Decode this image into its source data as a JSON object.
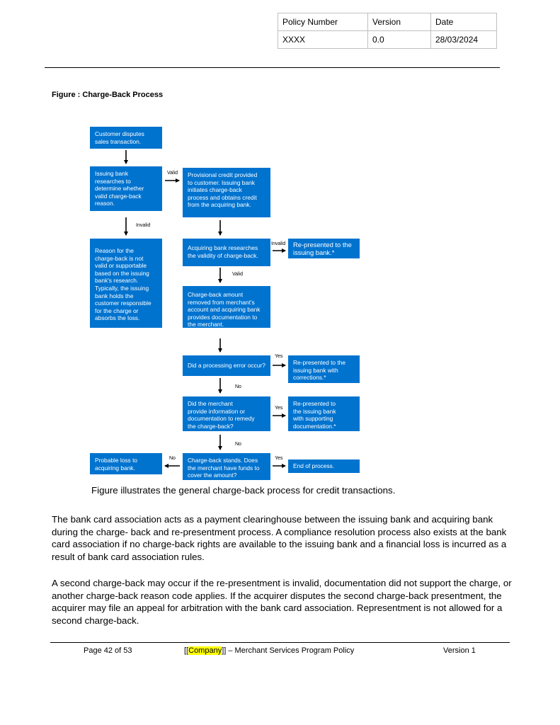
{
  "header": {
    "columns": [
      "Policy Number",
      "Version",
      "Date"
    ],
    "values": [
      "XXXX",
      "0.0",
      "28/03/2024"
    ]
  },
  "figure_caption": "Figure : Charge-Back Process",
  "flowchart": {
    "nodes": {
      "customer_disputes": "Customer disputes\nsales transaction.",
      "issuing_bank_researches": "Issuing bank\nresearches to\ndetermine whether\nvalid charge-back\nreason.",
      "provisional_credit": "Provisional credit provided\nto customer. Issuing bank\ninitiates charge-back\nprocess and obtains credit\nfrom the acquiring bank.",
      "reason_invalid": "Reason for the\ncharge-back is not\nvalid or supportable\nbased on the issuing\nbank's research.\nTypically, the issuing\nbank holds the\ncustomer responsible\nfor the charge or\nabsorbs the loss.",
      "acquiring_researches": "Acquiring bank researches\nthe validity of charge-back.",
      "represented_1": "Re-presented to the\nissuing bank.*",
      "amount_removed": "Charge-back amount\nremoved from merchant's\naccount and acquiring bank\nprovides documentation to\nthe merchant.",
      "processing_error": "Did a processing error occur?",
      "represented_corrections": "Re-presented to the\nissuing bank with\ncorrections.*",
      "merchant_info": "Did the merchant\nprovide information or\ndocumentation to remedy\nthe charge-back?",
      "represented_docs": "Re-presented to\nthe issuing bank\nwith supporting\ndocumentation.*",
      "chargeback_stands": "Charge-back stands. Does\nthe merchant have funds to\ncover the amount?",
      "probable_loss": "Probable loss to\nacquiring bank.",
      "end_process": "End of process."
    },
    "labels": {
      "valid": "Valid",
      "invalid": "Invalid",
      "invalid2": "Invalid",
      "valid2": "Valid",
      "yes1": "Yes",
      "no1": "No",
      "yes2": "Yes",
      "no2": "No",
      "yes3": "Yes",
      "no3": "No"
    }
  },
  "figure_text": "Figure  illustrates the general charge-back process for credit transactions.",
  "paragraphs": [
    "The bank card association acts as a payment clearinghouse between the issuing bank and acquiring bank during the charge- back and re-presentment process. A compliance resolution process also exists at the bank card association if no charge-back rights are available to the issuing bank and a financial loss is incurred as a result of bank card association rules.",
    "A second charge-back may occur if the re-presentment is invalid, documentation did not support the charge, or another charge-back reason code applies. If the acquirer disputes the second charge-back presentment, the acquirer may file an appeal for arbitration with the bank card association. Representment is not allowed for a second charge-back."
  ],
  "footer": {
    "page": "Page 42 of 53",
    "title_prefix": "[[",
    "company": "Company",
    "title_suffix": "]] – Merchant Services Program Policy",
    "version": "Version 1"
  },
  "colors": {
    "box": "#0073cf"
  }
}
